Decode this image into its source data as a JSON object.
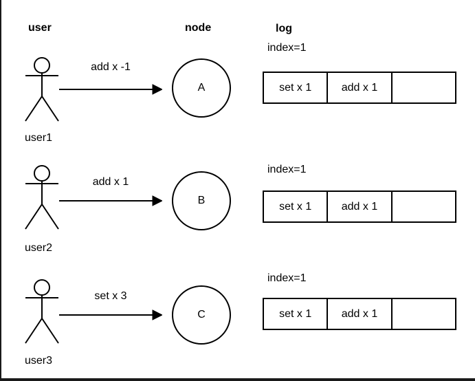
{
  "headers": {
    "user": "user",
    "node": "node",
    "log": "log"
  },
  "colors": {
    "stroke": "#000000",
    "background": "#ffffff",
    "frame_edge": "#1a1a1a"
  },
  "rows": [
    {
      "user_label": "user1",
      "message": "add x -1",
      "node_label": "A",
      "index_label": "index=1",
      "cells": [
        "set x 1",
        "add x 1",
        ""
      ]
    },
    {
      "user_label": "user2",
      "message": "add x 1",
      "node_label": "B",
      "index_label": "index=1",
      "cells": [
        "set x 1",
        "add x 1",
        ""
      ]
    },
    {
      "user_label": "user3",
      "message": "set x 3",
      "node_label": "C",
      "index_label": "index=1",
      "cells": [
        "set x 1",
        "add x 1",
        ""
      ]
    }
  ]
}
